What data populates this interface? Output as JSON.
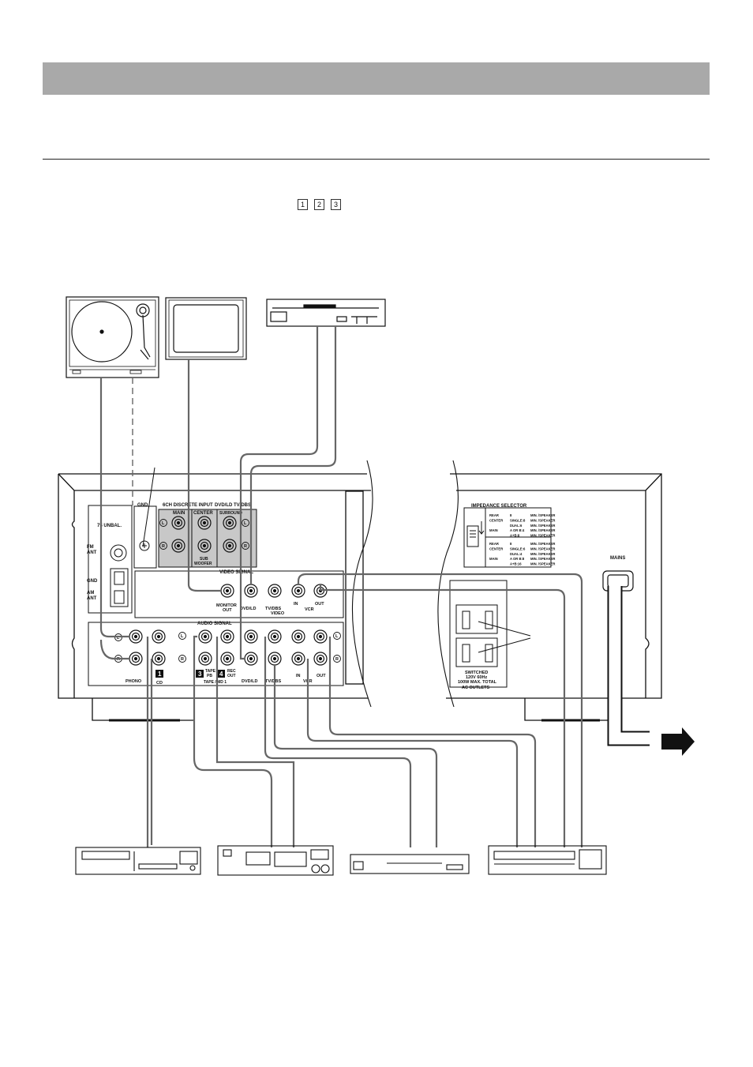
{
  "page": {
    "ref_numbers": [
      "1",
      "2",
      "3"
    ]
  },
  "labels": {
    "gnd": "GND",
    "unbal": "75 UNBAL.",
    "fm_ant": [
      "FM",
      "ANT"
    ],
    "gnd_ant": "GND",
    "am_ant": [
      "AM",
      "ANT"
    ],
    "discrete_input": "6CH DISCRETE INPUT",
    "dvd_ld_tv_dbs": "DVD/LD TV/DBS",
    "main": "MAIN",
    "center": "CENTER",
    "surround": "SURROUND",
    "sub_woofer": [
      "SUB",
      "WOOFER"
    ],
    "video_signal": "VIDEO SIGNAL",
    "monitor_out": [
      "MONITOR",
      "OUT"
    ],
    "dvd_ld": "DVD/LD",
    "tv_dbs_video": [
      "TV/DBS",
      "VIDEO"
    ],
    "in": "IN",
    "out": "OUT",
    "vcr": "VCR",
    "audio_signal": "AUDIO SIGNAL",
    "phono": "PHONO",
    "cd": "CD",
    "tape_pb": [
      "TAPE",
      "PB"
    ],
    "rec_out": [
      "REC",
      "OUT"
    ],
    "tape_md": "TAPE / MD 1",
    "tv_dbs": "TV/DBS",
    "letter_l": "L",
    "letter_r": "R",
    "num_1": "1",
    "num_3": "3",
    "num_4": "4",
    "impedance_selector": "IMPEDANCE SELECTOR",
    "mains": "MAINS",
    "switched": "SWITCHED",
    "rating": "120V 60Hz",
    "max_total": "100W MAX. TOTAL",
    "ac_outlets": "AC OUTLETS"
  },
  "impedance_table_top": [
    [
      "REAR",
      "8",
      "MIN. /SPEAKER"
    ],
    [
      "CENTER",
      "SINGLE:8",
      "MIN. /SPEAKER"
    ],
    [
      "",
      "DUAL:6",
      "MIN. /SPEAKER"
    ],
    [
      "MAIN",
      "A OR B:4",
      "MIN. /SPEAKER"
    ],
    [
      "",
      "A+B:8",
      "MIN. /SPEAKER"
    ]
  ],
  "impedance_table_bottom": [
    [
      "REAR",
      "8",
      "MIN. /SPEAKER"
    ],
    [
      "CENTER",
      "SINGLE:6",
      "MIN. /SPEAKER"
    ],
    [
      "",
      "DUAL:4",
      "MIN. /SPEAKER"
    ],
    [
      "MAIN",
      "A OR B:8",
      "MIN. /SPEAKER"
    ],
    [
      "",
      "A+B:16",
      "MIN. /SPEAKER"
    ]
  ]
}
